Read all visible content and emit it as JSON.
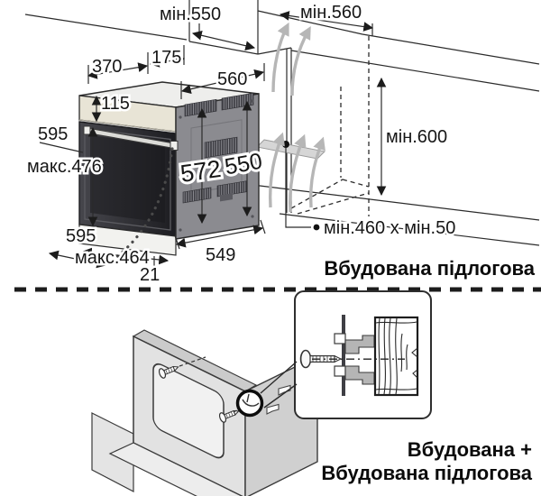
{
  "section_top": {
    "dims": {
      "min550": "мін.550",
      "min560": "мін.560",
      "d370": "370",
      "d175": "175",
      "d560": "560",
      "d115": "115",
      "d595_left": "595",
      "maks476": "макс.476",
      "d572": "572",
      "d550": "550",
      "d595_bottom": "595",
      "maks464": "макс.464",
      "d21": "21",
      "d549": "549",
      "min600": "мін.600",
      "min460x50": "мін.460 х мін.50"
    },
    "caption": "Вбудована підлогова"
  },
  "section_bottom": {
    "caption_line1": "Вбудована +",
    "caption_line2": "Вбудована підлогова"
  },
  "colors": {
    "line": "#2b2b2b",
    "oven_top": "#eeeeec",
    "control_strip": "#e8e4d6",
    "door_dark": "#232327",
    "side_panel": "#8b8b90",
    "vent_dark": "#3f3f45",
    "airflow_gray": "#b6b6b6",
    "cabinet_gray": "#e2e2e2",
    "bracket_gray": "#b5b5b5"
  }
}
